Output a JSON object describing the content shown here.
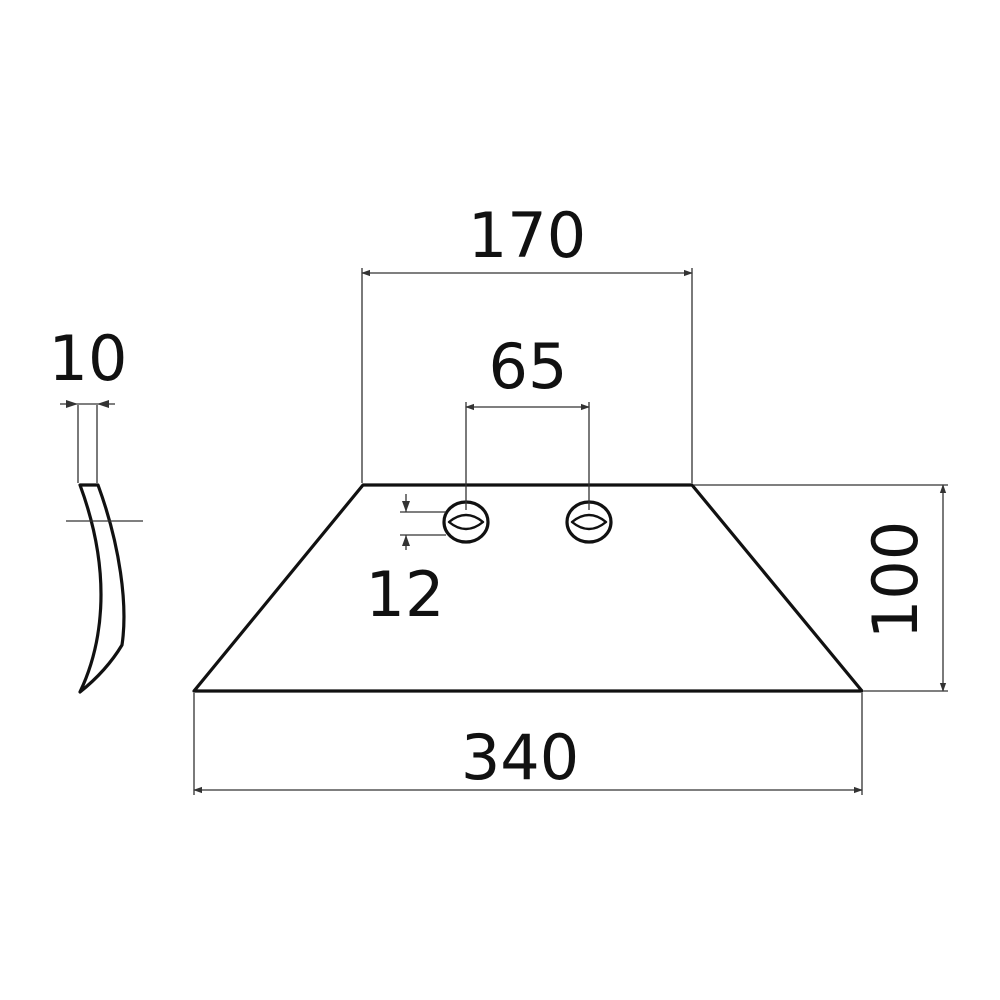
{
  "dimensions": {
    "thickness": "10",
    "top_width": "170",
    "hole_spacing": "65",
    "hole_offset": "12",
    "height": "100",
    "bottom_width": "340"
  }
}
